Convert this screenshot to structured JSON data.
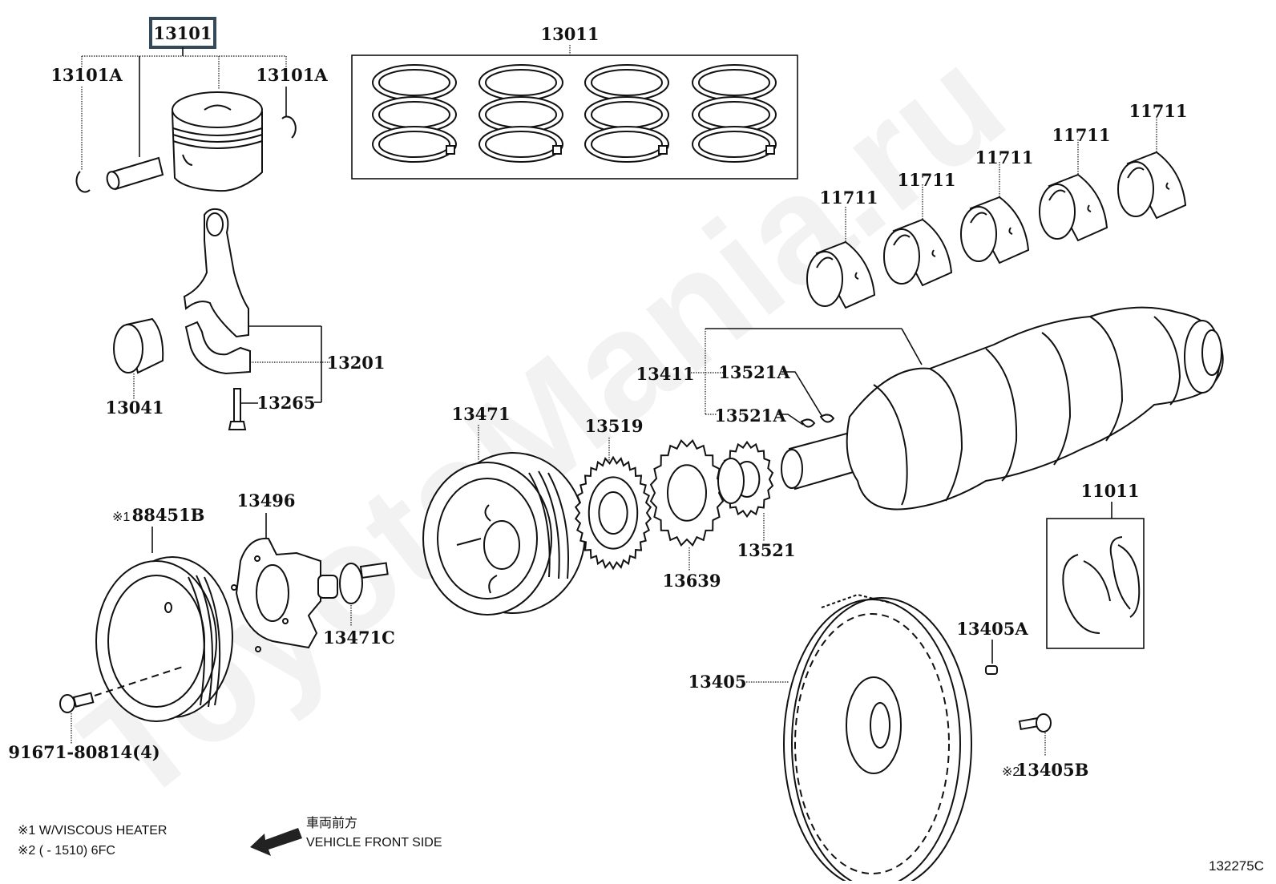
{
  "diagram": {
    "type": "exploded parts diagram",
    "subject": "Crankshaft & Piston",
    "watermark": "ToyotaMania.ru",
    "figure_code": "132275C",
    "highlighted_part": "13101",
    "parts": {
      "p13101": "13101",
      "p13101A_left": "13101A",
      "p13101A_right": "13101A",
      "p13011": "13011",
      "p11711_1": "11711",
      "p11711_2": "11711",
      "p11711_3": "11711",
      "p11711_4": "11711",
      "p11711_5": "11711",
      "p13201": "13201",
      "p13265": "13265",
      "p13041": "13041",
      "p13471": "13471",
      "p13519": "13519",
      "p13411": "13411",
      "p13521A_top": "13521A",
      "p13521A_bottom": "13521A",
      "p13521": "13521",
      "p13639": "13639",
      "p88451B": "88451B",
      "p13496": "13496",
      "p13471C": "13471C",
      "p91671": "91671-80814(4)",
      "p11011": "11011",
      "p13405": "13405",
      "p13405A": "13405A",
      "p13405B": "13405B"
    },
    "marks": {
      "m1": "※1",
      "m2": "※2"
    },
    "notes": {
      "note1": "※1 W/VISCOUS HEATER",
      "note2": "※2 (      - 1510) 6FC"
    },
    "direction": {
      "label_jp": "車両前方",
      "label_en": "VEHICLE FRONT SIDE",
      "arrow": "arrow-left-icon"
    }
  }
}
